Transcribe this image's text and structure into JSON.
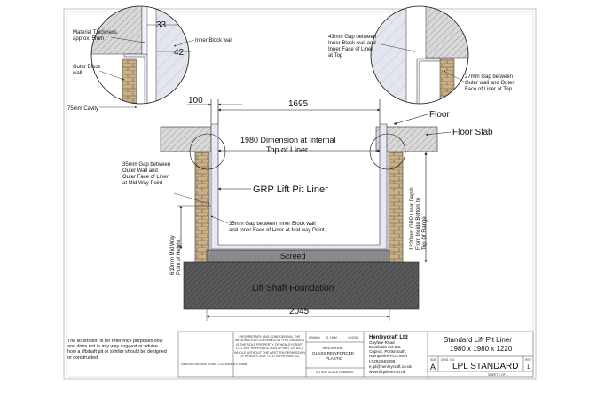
{
  "detail_top_left": {
    "dim_top": "33",
    "dim_right": "42",
    "material_thickness": "Material Thickness approx. 5mm",
    "inner_block_wall": "Inner Block wall",
    "outer_block_wall": "Outer Block wall",
    "cavity": "75mm Cavity"
  },
  "detail_top_right": {
    "gap_top": "43mm Gap between Inner Block wall and Inner Face of Liner at Top",
    "gap_outer": "27mm Gap between Outer wall and Outer Face of Liner at Top"
  },
  "main": {
    "dim_100": "100",
    "dim_1695": "1695",
    "dim_2045": "2045",
    "floor": "Floor",
    "floor_slab": "Floor Slab",
    "internal_dim": "1980 Dimension at Internal Top of Liner",
    "gap_mid_outer": "35mm Gap between Outer Wall and Outer Face of Liner at Mid Way Point",
    "grp_liner": "GRP Lift Pit Liner",
    "gap_mid_inner": "35mm Gap between Inner Block wall and Inner Face of Liner at Mid way Point",
    "mid_way": "610mm Mid Way Point of Height",
    "liner_depth": "1220mm GRP Liner Depth From Inside Bottom to Top Of Flange",
    "screed": "Screed",
    "foundation": "Lift Shaft Foundation"
  },
  "title_block": {
    "disclaimer": "The illustration is for reference purposes only and does not in any way suggest or advise how a liftshaft pit or similar should be designed or constructed.",
    "small_notes": "DIMENSIONS ARE IN MM TOLERANCES ±2MM",
    "proprietary": "PROPRIETARY AND CONFIDENTIAL THE INFORMATION CONTAINED IN THIS DRAWING IS THE SOLE PROPERTY OF HENLEYCRAFT LTD. ANY REPRODUCTION IN PART OR AS A WHOLE WITHOUT THE WRITTEN PERMISSION OF HENLEYCRAFT LTD IS PROHIBITED.",
    "drawn": "DRAWN",
    "drawn_by": "S. HAM",
    "date": "10/2019",
    "material_label": "MATERIAL",
    "material_value": "GLASS REINFORCED PLASTIC",
    "no_scale": "DO NOT SCALE DRAWING",
    "company": "Henleycraft Ltd",
    "address": [
      "Gayfere Road",
      "Emsfields Ind Est",
      "Copnor, Portsmouth,",
      "Hampshire PO3 8NH"
    ],
    "tel": "t.0292 663299",
    "email": "e.lpl@henleycraft.co.uk",
    "web": "www.liftpitliner.co.uk",
    "title_line1": "Standard Lift Pit Liner",
    "title_line2": "1980 x 1980 x 1220",
    "size_label": "SIZE",
    "size_value": "A",
    "dwg_label": "DWG. NO.",
    "dwg_value": "LPL STANDARD",
    "rev_label": "REV",
    "rev_value": "1",
    "sheet": "SHEET 1 OF 1"
  }
}
